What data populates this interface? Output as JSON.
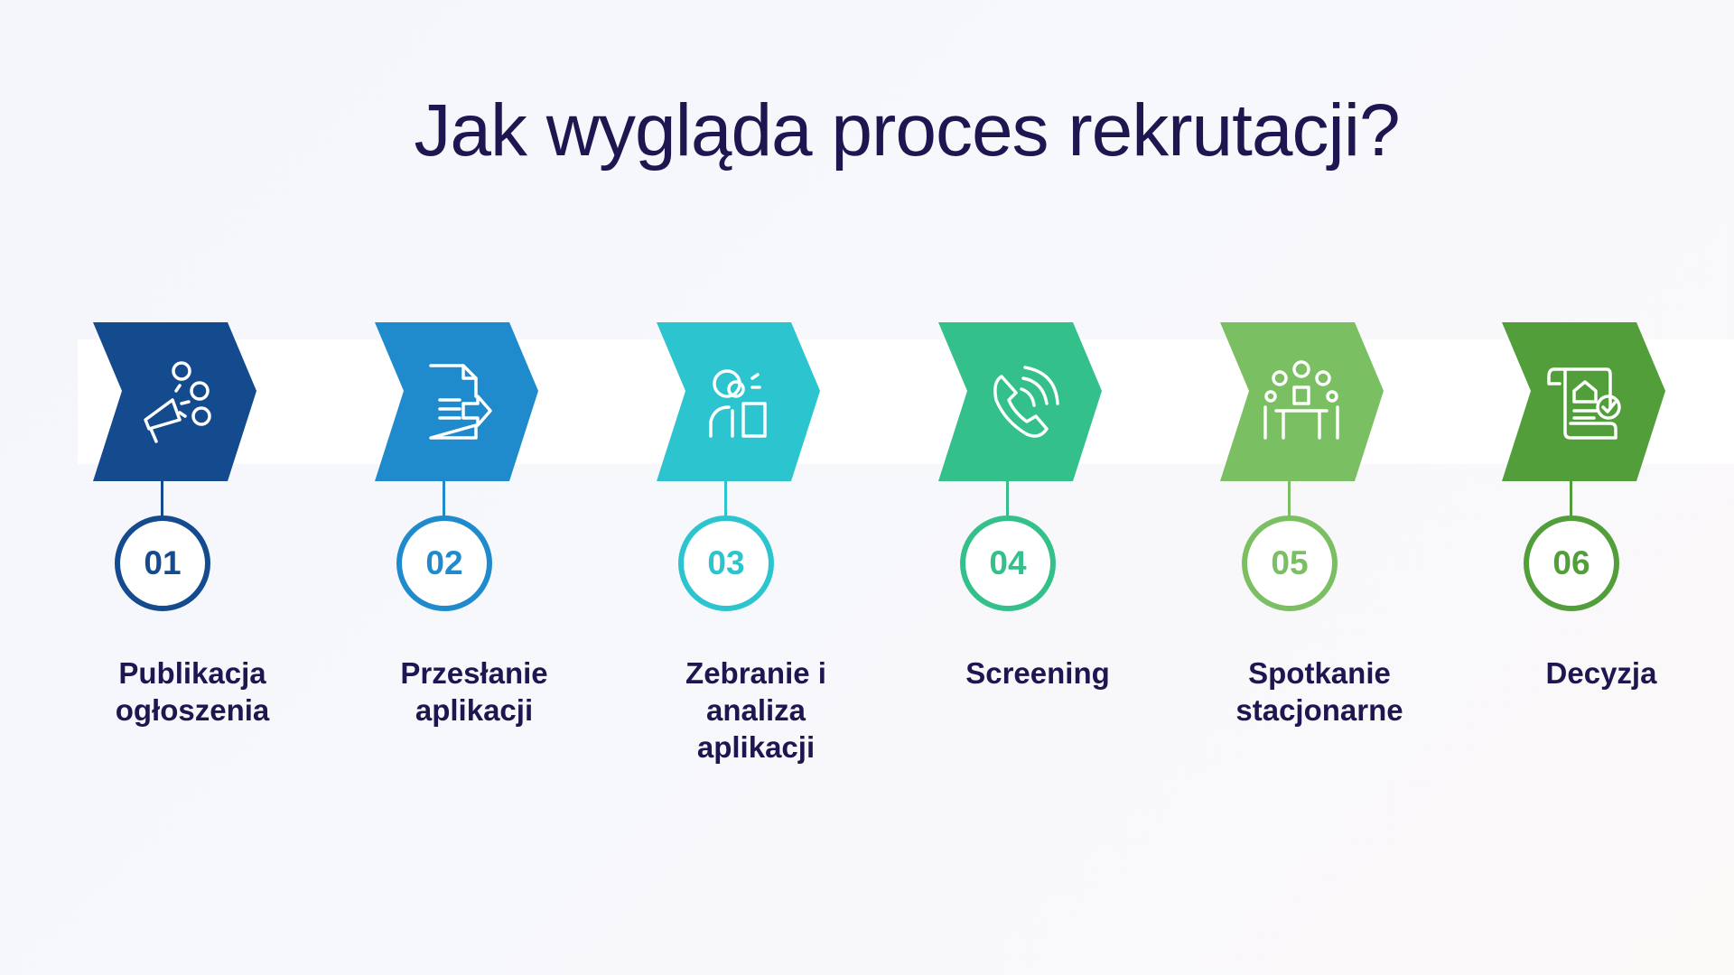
{
  "title": "Jak wygląda proces rekrutacji?",
  "steps": [
    {
      "number": "01",
      "label": "Publikacja ogłoszenia",
      "color": "#144a8e",
      "icon": "megaphone-people-icon"
    },
    {
      "number": "02",
      "label": "Przesłanie aplikacji",
      "color": "#1f8bcc",
      "icon": "document-send-icon"
    },
    {
      "number": "03",
      "label": "Zebranie i analiza aplikacji",
      "color": "#2cc5cf",
      "icon": "person-magnifier-icon"
    },
    {
      "number": "04",
      "label": "Screening",
      "color": "#33c08a",
      "icon": "phone-call-icon"
    },
    {
      "number": "05",
      "label": "Spotkanie stacjonarne",
      "color": "#7abf62",
      "icon": "meeting-table-icon"
    },
    {
      "number": "06",
      "label": "Decyzja",
      "color": "#529e3a",
      "icon": "contract-approved-icon"
    }
  ]
}
